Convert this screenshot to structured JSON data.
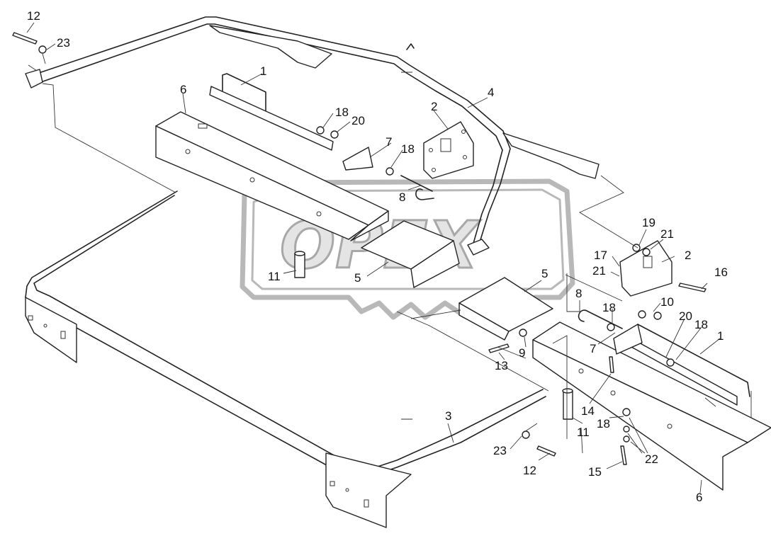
{
  "watermark": {
    "text": "OPEX"
  },
  "callouts": [
    {
      "id": "c1a",
      "text": "1"
    },
    {
      "id": "c1b",
      "text": "1"
    },
    {
      "id": "c2a",
      "text": "2"
    },
    {
      "id": "c2b",
      "text": "2"
    },
    {
      "id": "c3",
      "text": "3"
    },
    {
      "id": "c4",
      "text": "4"
    },
    {
      "id": "c5a",
      "text": "5"
    },
    {
      "id": "c5b",
      "text": "5"
    },
    {
      "id": "c6a",
      "text": "6"
    },
    {
      "id": "c6b",
      "text": "6"
    },
    {
      "id": "c7a",
      "text": "7"
    },
    {
      "id": "c7b",
      "text": "7"
    },
    {
      "id": "c8a",
      "text": "8"
    },
    {
      "id": "c8b",
      "text": "8"
    },
    {
      "id": "c9",
      "text": "9"
    },
    {
      "id": "c10",
      "text": "10"
    },
    {
      "id": "c11a",
      "text": "11"
    },
    {
      "id": "c11b",
      "text": "11"
    },
    {
      "id": "c12a",
      "text": "12"
    },
    {
      "id": "c12b",
      "text": "12"
    },
    {
      "id": "c13",
      "text": "13"
    },
    {
      "id": "c14",
      "text": "14"
    },
    {
      "id": "c15",
      "text": "15"
    },
    {
      "id": "c16",
      "text": "16"
    },
    {
      "id": "c17",
      "text": "17"
    },
    {
      "id": "c18a",
      "text": "18"
    },
    {
      "id": "c18b",
      "text": "18"
    },
    {
      "id": "c18c",
      "text": "18"
    },
    {
      "id": "c18d",
      "text": "18"
    },
    {
      "id": "c18e",
      "text": "18"
    },
    {
      "id": "c19",
      "text": "19"
    },
    {
      "id": "c20a",
      "text": "20"
    },
    {
      "id": "c20b",
      "text": "20"
    },
    {
      "id": "c21a",
      "text": "21"
    },
    {
      "id": "c21b",
      "text": "21"
    },
    {
      "id": "c22",
      "text": "22"
    },
    {
      "id": "c23a",
      "text": "23"
    },
    {
      "id": "c23b",
      "text": "23"
    }
  ]
}
